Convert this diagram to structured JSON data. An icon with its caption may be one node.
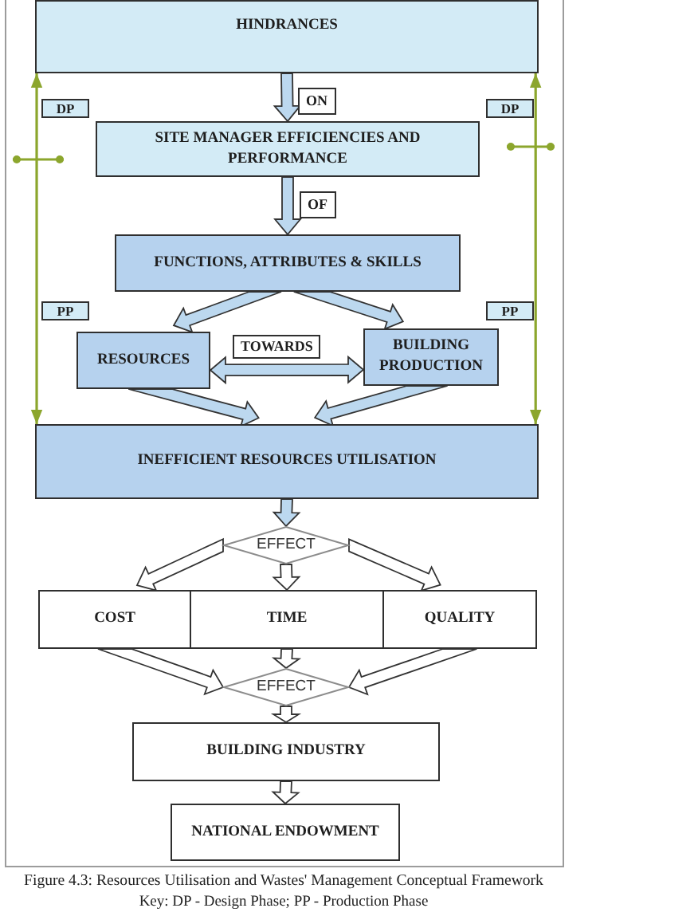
{
  "diagram": {
    "caption": "Figure 4.3: Resources Utilisation and Wastes' Management Conceptual Framework",
    "nodes": [
      {
        "text": [
          "HINDRANCES"
        ]
      },
      {
        "text": [
          "DP"
        ]
      },
      {
        "text": [
          "DP"
        ]
      },
      {
        "text": [
          "SITE MANAGER EFFICIENCIES AND PERFORMANCE"
        ]
      },
      {
        "text": [
          "FUNCTIONS, ATTRIBUTES & SKILLS"
        ]
      },
      {
        "text": [
          "PP"
        ]
      },
      {
        "text": [
          "PP"
        ]
      },
      {
        "text": [
          "RESOURCES"
        ]
      },
      {
        "text": [
          "BUILDING PRODUCTION"
        ]
      },
      {
        "text": [
          "INEFFICIENT RESOURCES UTILISATION"
        ]
      },
      {
        "text": [
          "EFFECT"
        ]
      },
      {
        "text": [
          "COST"
        ]
      },
      {
        "text": [
          "TIME"
        ]
      },
      {
        "text": [
          "QUALITY"
        ]
      },
      {
        "text": [
          "EFFECT"
        ]
      },
      {
        "text": [
          "BUILDING INDUSTRY"
        ]
      },
      {
        "text": [
          "NATIONAL ENDOWMENT"
        ]
      }
    ],
    "edges": [
      {
        "from": 0,
        "to": 3,
        "arrow": "to",
        "label": "ON"
      },
      {
        "from": 3,
        "to": 4,
        "arrow": "to",
        "label": "OF"
      },
      {
        "from": 4,
        "to": 7,
        "arrow": "to"
      },
      {
        "from": 4,
        "to": 8,
        "arrow": "to"
      },
      {
        "from": 7,
        "to": 8,
        "arrow": "both",
        "label": "TOWARDS"
      },
      {
        "from": 7,
        "to": 9,
        "arrow": "to"
      },
      {
        "from": 8,
        "to": 9,
        "arrow": "to"
      },
      {
        "from": 9,
        "to": 10,
        "arrow": "to"
      },
      {
        "from": 10,
        "to": 11,
        "arrow": "to"
      },
      {
        "from": 10,
        "to": 12,
        "arrow": "to"
      },
      {
        "from": 10,
        "to": 13,
        "arrow": "to"
      },
      {
        "from": 11,
        "to": 14,
        "arrow": "to"
      },
      {
        "from": 12,
        "to": 14,
        "arrow": "to"
      },
      {
        "from": 13,
        "to": 14,
        "arrow": "to"
      },
      {
        "from": 14,
        "to": 15,
        "arrow": "to"
      },
      {
        "from": 15,
        "to": 16,
        "arrow": "to"
      },
      {
        "from": 0,
        "to": 9,
        "arrow": "both",
        "color": "#8ca62d"
      },
      {
        "from": 0,
        "to": 9,
        "arrow": "both",
        "color": "#8ca62d"
      }
    ],
    "labels": [
      "Key: DP - Design Phase; PP - Production Phase"
    ]
  }
}
